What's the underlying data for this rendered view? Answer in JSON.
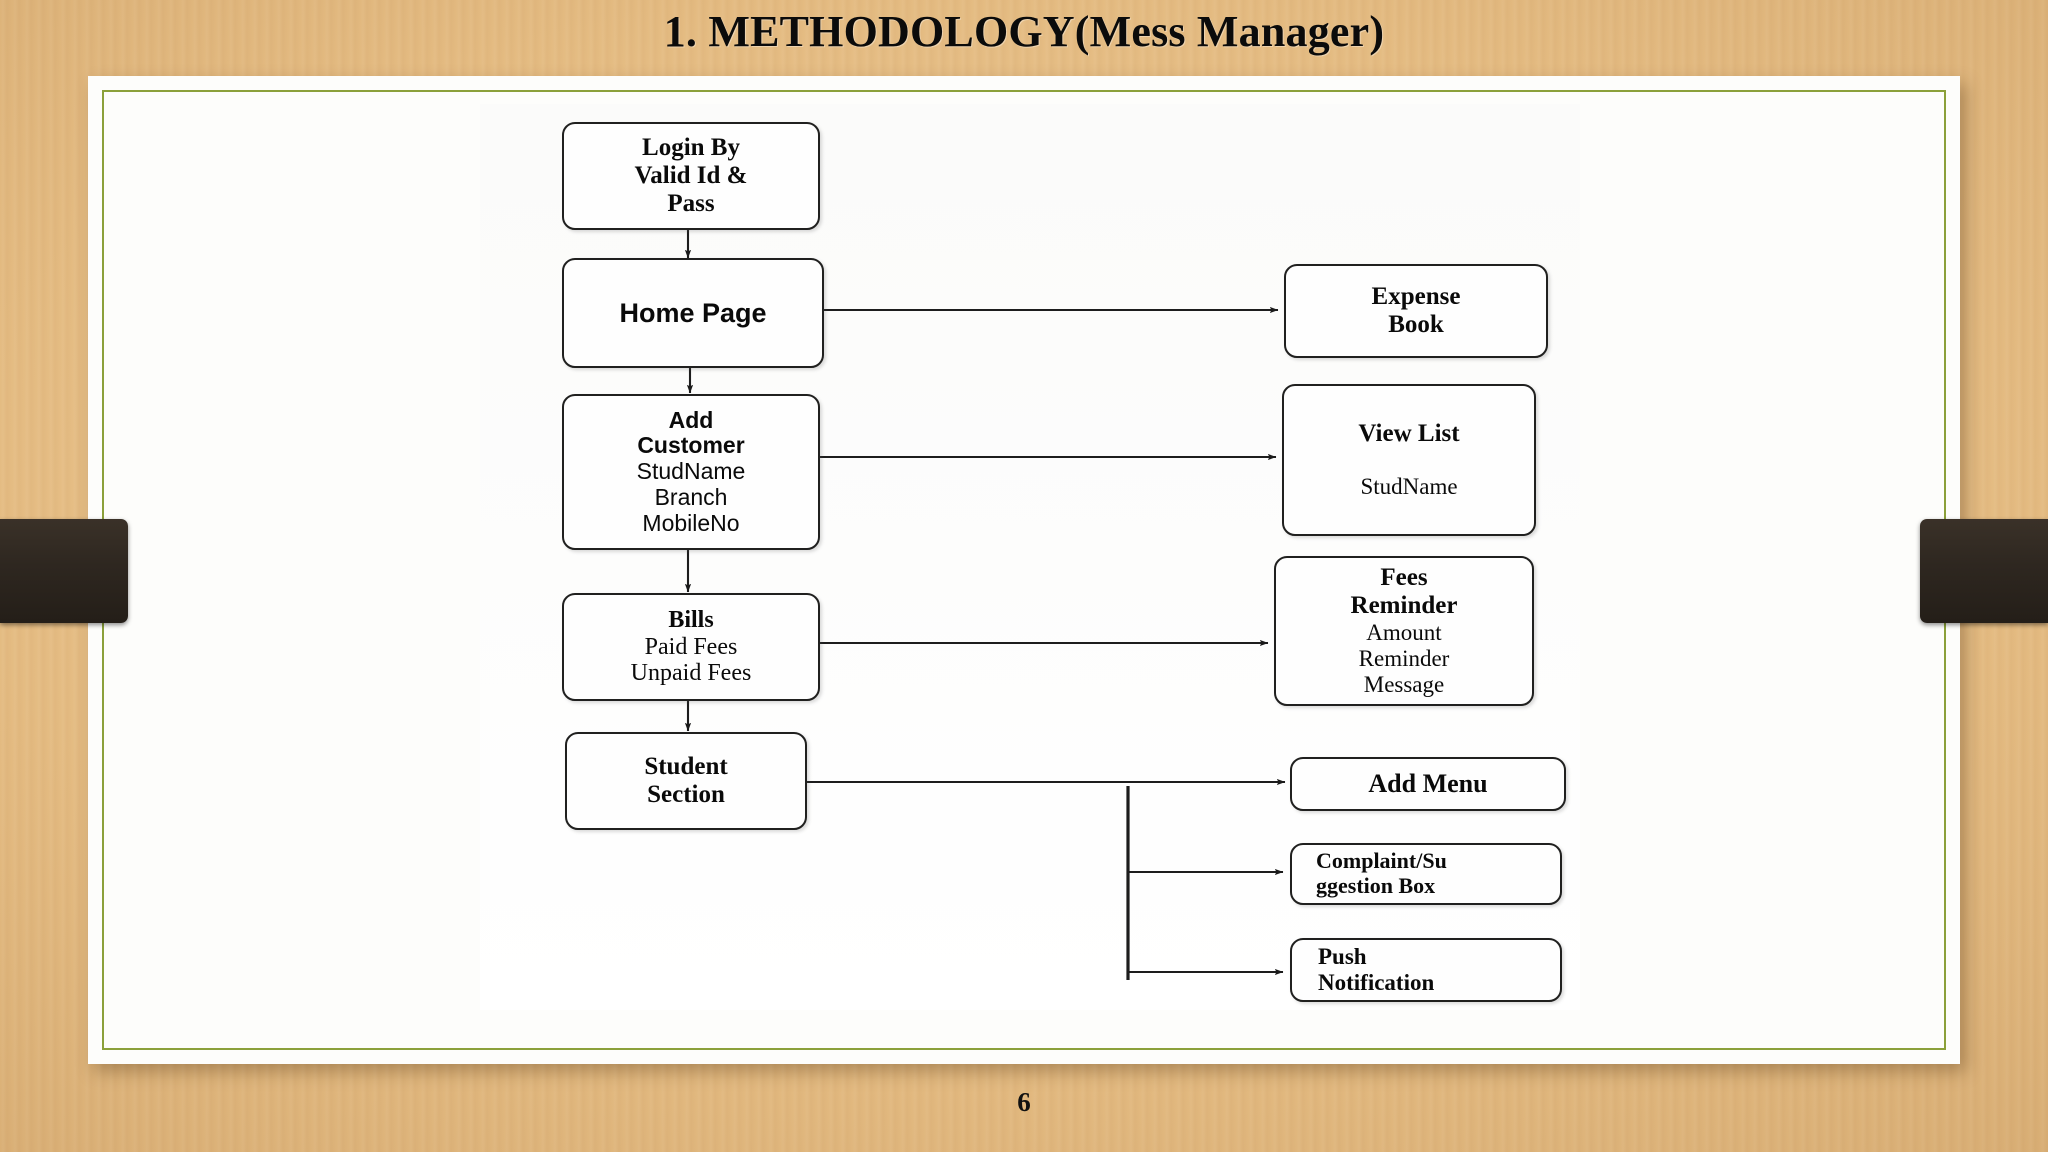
{
  "slide": {
    "title": "1. METHODOLOGY(Mess Manager)",
    "page_number": "6",
    "accent_border_color": "#8ba03a",
    "ribbon_color": "#2e2720",
    "card_color": "#fdfdfb",
    "background_color": "#e6bd8b"
  },
  "diagram": {
    "type": "flowchart",
    "nodes": [
      {
        "id": "login",
        "heading": "Login By",
        "lines": [
          "Valid Id &",
          "Pass"
        ]
      },
      {
        "id": "home",
        "heading": "Home Page",
        "lines": []
      },
      {
        "id": "add_customer",
        "heading": "Add Customer",
        "lines": [
          "StudName",
          "Branch",
          "MobileNo"
        ]
      },
      {
        "id": "bills",
        "heading": "Bills",
        "lines": [
          "Paid Fees",
          "Unpaid Fees"
        ]
      },
      {
        "id": "student",
        "heading": "Student Section",
        "lines": []
      },
      {
        "id": "expense",
        "heading": "Expense Book",
        "lines": []
      },
      {
        "id": "view_list",
        "heading": "View List",
        "lines": [
          "StudName"
        ]
      },
      {
        "id": "fees",
        "heading": "Fees Reminder",
        "lines": [
          "Amount",
          "Reminder",
          "Message"
        ]
      },
      {
        "id": "add_menu",
        "heading": "Add Menu",
        "lines": []
      },
      {
        "id": "complaint",
        "heading": "Complaint/Su",
        "lines": [
          "ggestion Box"
        ]
      },
      {
        "id": "push",
        "heading": "Push Notification",
        "lines": []
      }
    ],
    "node_text": {
      "login_l1": "Login By",
      "login_l2": "Valid Id &",
      "login_l3": "Pass",
      "home_l1": "Home Page",
      "addcust_l1": "Add",
      "addcust_l2": "Customer",
      "addcust_l3": "StudName",
      "addcust_l4": "Branch",
      "addcust_l5": "MobileNo",
      "bills_l1": "Bills",
      "bills_l2": "Paid Fees",
      "bills_l3": "Unpaid Fees",
      "student_l1": "Student",
      "student_l2": "Section",
      "expense_l1": "Expense",
      "expense_l2": "Book",
      "viewlist_l1": "View List",
      "viewlist_l2": "StudName",
      "fees_l1": "Fees",
      "fees_l2": "Reminder",
      "fees_l3": "Amount",
      "fees_l4": "Reminder",
      "fees_l5": "Message",
      "addmenu_l1": "Add Menu",
      "complaint_l1": "Complaint/Su",
      "complaint_l2": "ggestion Box",
      "push_l1": "Push",
      "push_l2": "Notification"
    },
    "edges": [
      {
        "from": "login",
        "to": "home",
        "direction": "down"
      },
      {
        "from": "home",
        "to": "expense",
        "direction": "right"
      },
      {
        "from": "home",
        "to": "add_customer",
        "direction": "down"
      },
      {
        "from": "add_customer",
        "to": "view_list",
        "direction": "right"
      },
      {
        "from": "add_customer",
        "to": "bills",
        "direction": "down"
      },
      {
        "from": "bills",
        "to": "fees",
        "direction": "right"
      },
      {
        "from": "bills",
        "to": "student",
        "direction": "down"
      },
      {
        "from": "student",
        "to": "add_menu",
        "direction": "right"
      },
      {
        "from": "student",
        "to": "complaint",
        "direction": "branch"
      },
      {
        "from": "student",
        "to": "push",
        "direction": "branch"
      }
    ]
  }
}
